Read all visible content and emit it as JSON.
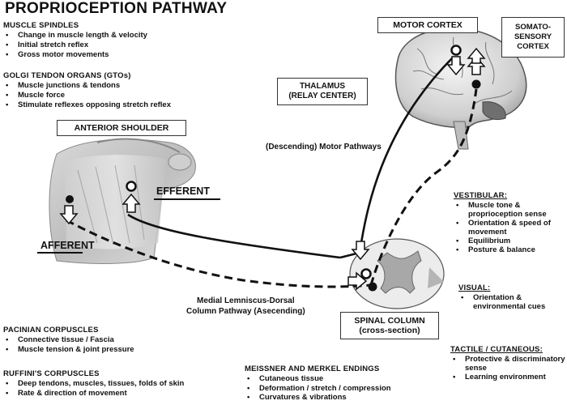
{
  "title": "PROPRIOCEPTION PATHWAY",
  "muscle_spindles": {
    "heading": "MUSCLE SPINDLES",
    "items": [
      "Change in muscle length & velocity",
      "Initial stretch reflex",
      "Gross motor movements"
    ]
  },
  "gto": {
    "heading": "GOLGI TENDON ORGANS (GTOs)",
    "items": [
      "Muscle junctions & tendons",
      "Muscle force",
      "Stimulate reflexes opposing stretch reflex"
    ]
  },
  "anterior_shoulder": "ANTERIOR SHOULDER",
  "efferent": "EFFERENT",
  "afferent": "AFFERENT",
  "motor_cortex": "MOTOR CORTEX",
  "somatosensory": {
    "line1": "SOMATO-",
    "line2": "SENSORY",
    "line3": "CORTEX"
  },
  "thalamus": {
    "line1": "THALAMUS",
    "line2": "(RELAY CENTER)"
  },
  "descending": "(Descending) Motor Pathways",
  "medial": {
    "line1": "Medial Lemniscus-Dorsal",
    "line2": "Column Pathway (Asecending)"
  },
  "spinal": {
    "line1": "SPINAL COLUMN",
    "line2": "(cross-section)"
  },
  "vestibular": {
    "heading": "VESTIBULAR:",
    "items": [
      "Muscle tone & proprioception sense",
      "Orientation & speed of movement",
      "Equilibrium",
      "Posture & balance"
    ]
  },
  "visual": {
    "heading": "VISUAL:",
    "items": [
      "Orientation & environmental cues"
    ]
  },
  "tactile": {
    "heading": "TACTILE / CUTANEOUS:",
    "items": [
      "Protective & discriminatory sense",
      "Learning environment"
    ]
  },
  "pacinian": {
    "heading": "PACINIAN CORPUSCLES",
    "items": [
      "Connective tissue / Fascia",
      "Muscle tension & joint pressure"
    ]
  },
  "ruffini": {
    "heading": "RUFFINI'S CORPUSCLES",
    "items": [
      "Deep tendons, muscles, tissues, folds of skin",
      "Rate & direction of movement"
    ]
  },
  "meissner": {
    "heading": "MEISSNER AND MERKEL ENDINGS",
    "items": [
      "Cutaneous tissue",
      "Deformation / stretch / compression",
      "Curvatures & vibrations"
    ]
  }
}
